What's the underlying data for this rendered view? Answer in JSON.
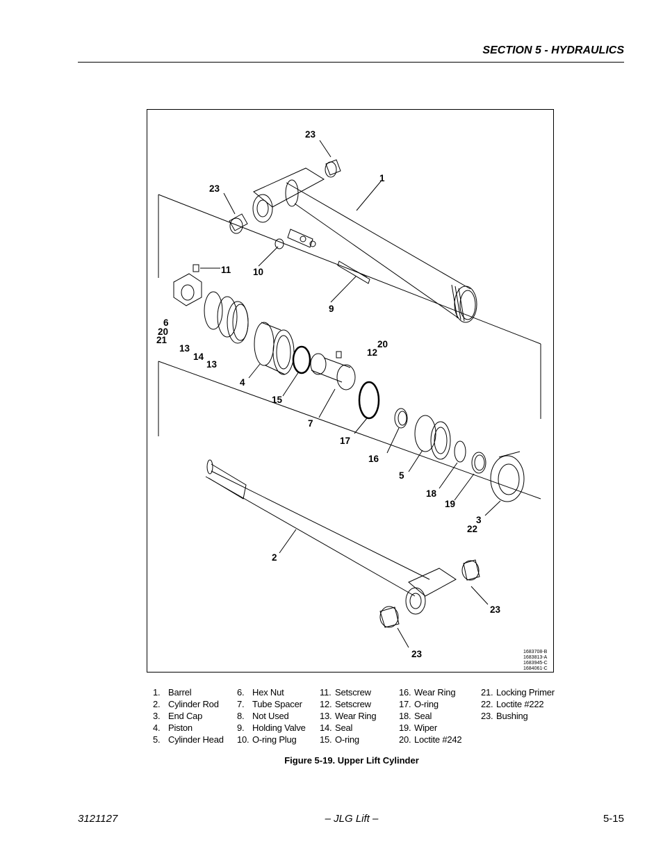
{
  "header": {
    "section_title": "SECTION 5 - HYDRAULICS"
  },
  "figure": {
    "callouts": [
      {
        "text": "23"
      },
      {
        "text": "1"
      },
      {
        "text": "23"
      },
      {
        "text": "11"
      },
      {
        "text": "10"
      },
      {
        "text": "9"
      },
      {
        "text": "6"
      },
      {
        "text": "20"
      },
      {
        "text": "21"
      },
      {
        "text": "13"
      },
      {
        "text": "14"
      },
      {
        "text": "13"
      },
      {
        "text": "20"
      },
      {
        "text": "12"
      },
      {
        "text": "4"
      },
      {
        "text": "15"
      },
      {
        "text": "7"
      },
      {
        "text": "17"
      },
      {
        "text": "16"
      },
      {
        "text": "5"
      },
      {
        "text": "18"
      },
      {
        "text": "19"
      },
      {
        "text": "3"
      },
      {
        "text": "22"
      },
      {
        "text": "2"
      },
      {
        "text": "23"
      },
      {
        "text": "23"
      }
    ],
    "drawing_numbers": [
      "1683708-B",
      "1683813-A",
      "1683945-C",
      "1684061-C"
    ]
  },
  "legend": {
    "columns": [
      [
        {
          "num": "1.",
          "label": "Barrel"
        },
        {
          "num": "2.",
          "label": "Cylinder Rod"
        },
        {
          "num": "3.",
          "label": "End Cap"
        },
        {
          "num": "4.",
          "label": "Piston"
        },
        {
          "num": "5.",
          "label": "Cylinder Head"
        }
      ],
      [
        {
          "num": "6.",
          "label": "Hex Nut"
        },
        {
          "num": "7.",
          "label": "Tube Spacer"
        },
        {
          "num": "8.",
          "label": "Not Used"
        },
        {
          "num": "9.",
          "label": "Holding Valve"
        },
        {
          "num": "10.",
          "label": "O-ring Plug"
        }
      ],
      [
        {
          "num": "11.",
          "label": "Setscrew"
        },
        {
          "num": "12.",
          "label": "Setscrew"
        },
        {
          "num": "13.",
          "label": "Wear Ring"
        },
        {
          "num": "14.",
          "label": "Seal"
        },
        {
          "num": "15.",
          "label": "O-ring"
        }
      ],
      [
        {
          "num": "16.",
          "label": "Wear Ring"
        },
        {
          "num": "17.",
          "label": "O-ring"
        },
        {
          "num": "18.",
          "label": "Seal"
        },
        {
          "num": "19.",
          "label": "Wiper"
        },
        {
          "num": "20.",
          "label": "Loctite #242"
        }
      ],
      [
        {
          "num": "21.",
          "label": "Locking Primer"
        },
        {
          "num": "22.",
          "label": "Loctite #222"
        },
        {
          "num": "23.",
          "label": "Bushing"
        }
      ]
    ]
  },
  "caption": "Figure 5-19.  Upper Lift Cylinder",
  "footer": {
    "doc_number": "3121127",
    "publisher": "– JLG Lift –",
    "page": "5-15"
  }
}
